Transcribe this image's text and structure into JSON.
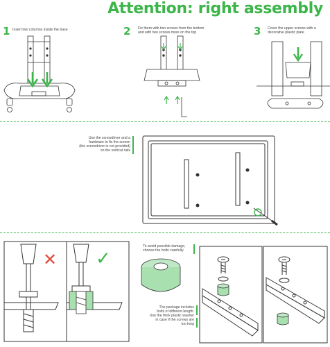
{
  "header": {
    "title": "Attention: right assembly"
  },
  "steps": [
    {
      "number": "1",
      "text": "Insert two columns inside the base"
    },
    {
      "number": "2",
      "text": [
        "Fix them with two screws from the bottom",
        "and with two screws more on the top"
      ]
    },
    {
      "number": "3",
      "text": [
        "Cover the upper screws with a",
        "decorative plastic plate"
      ]
    }
  ],
  "screen_note": [
    "Use the screwdriver and a",
    "hardware to fix the screen",
    "(the screwdriver is not provided)",
    "on the vertical rails"
  ],
  "bolt_note": [
    "To avoid possible damage,",
    "choose the bolts carefully."
  ],
  "package_note": [
    "The package includes",
    "bolts of different length.",
    "Use the thick plastic washer",
    "in case if the screws are",
    "too long"
  ],
  "marks": {
    "wrong": "✕",
    "right": "✓"
  },
  "colors": {
    "accent": "#3cb54a",
    "washer": "#a8e0b0",
    "line": "#333333"
  }
}
